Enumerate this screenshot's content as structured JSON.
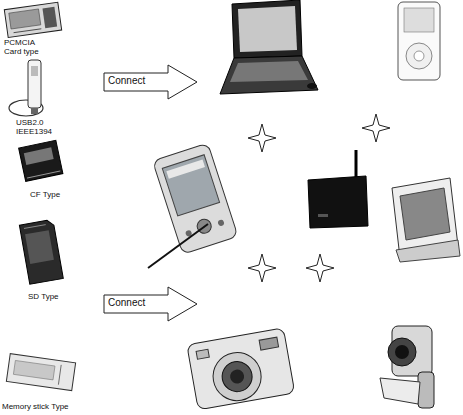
{
  "diagram": {
    "nodes": [
      {
        "text": [
          "Connect"
        ]
      },
      {
        "text": [
          "Connect"
        ]
      }
    ],
    "labels": [
      "PCMCIA Card type",
      "USB2.0 IEEE1394",
      "CF Type",
      "SD Type",
      "Memory stick Type"
    ]
  }
}
